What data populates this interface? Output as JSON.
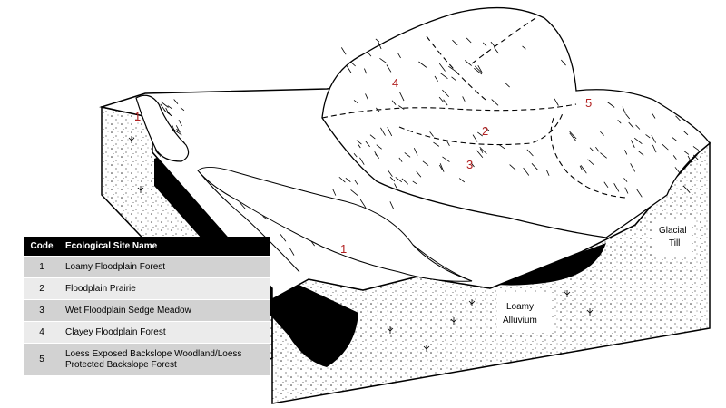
{
  "diagram": {
    "site_labels": [
      "1",
      "4",
      "5",
      "2",
      "3",
      "1"
    ],
    "materials": {
      "alluvium": [
        "Loamy",
        "Alluvium"
      ],
      "till": [
        "Glacial",
        "Till"
      ]
    }
  },
  "legend": {
    "headers": {
      "code": "Code",
      "name": "Ecological Site Name"
    },
    "rows": [
      {
        "code": "1",
        "name": "Loamy Floodplain Forest"
      },
      {
        "code": "2",
        "name": "Floodplain Prairie"
      },
      {
        "code": "3",
        "name": "Wet Floodplain Sedge Meadow"
      },
      {
        "code": "4",
        "name": "Clayey Floodplain Forest"
      },
      {
        "code": "5",
        "name": "Loess Exposed Backslope Woodland/Loess Protected Backslope Forest"
      }
    ]
  },
  "colors": {
    "site_label": "#b22222",
    "legend_header": "#000000",
    "row_dark": "#d2d2d2",
    "row_light": "#ebebeb"
  }
}
